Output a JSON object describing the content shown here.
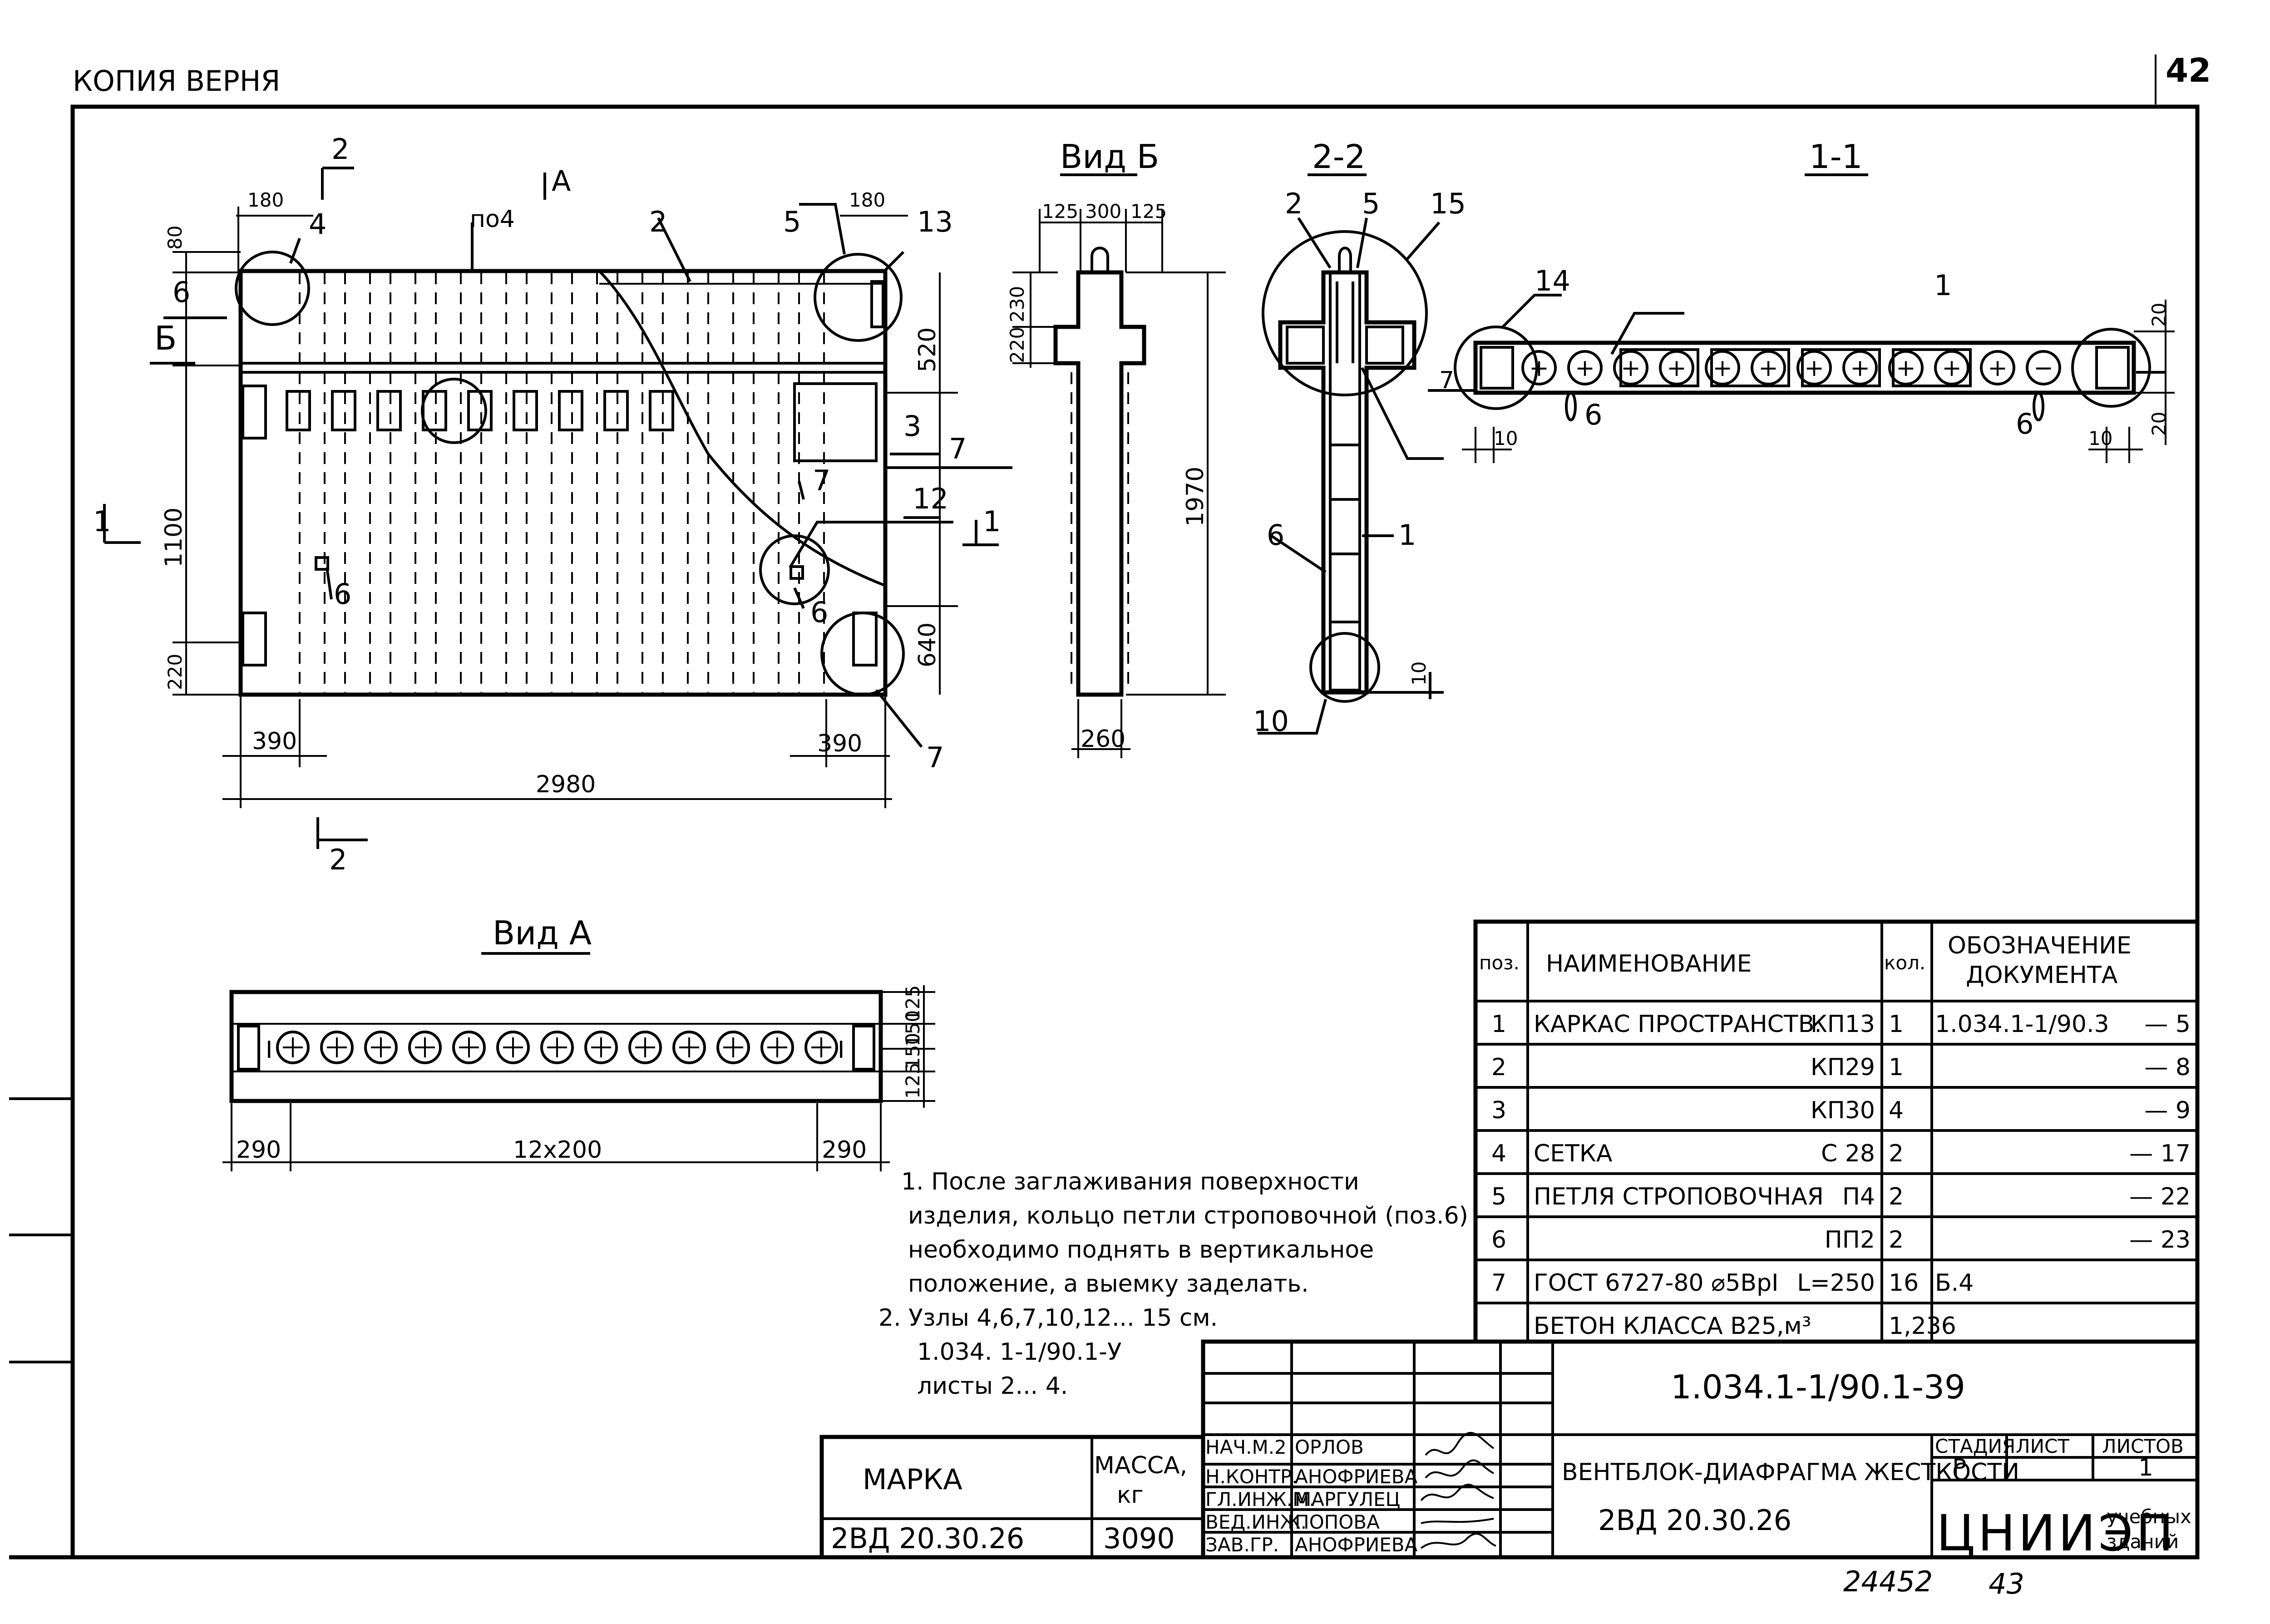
{
  "header": {
    "stamp_text": "КОПИЯ ВЕРНЯ",
    "page_number": "42"
  },
  "views": {
    "front_callouts": {
      "section2": "2",
      "viewA": "А",
      "pod4": "по4",
      "pos2": "2",
      "pos4": "4",
      "pos5": "5",
      "pos13": "13",
      "pos6a": "6",
      "pos6b": "6",
      "pos3": "3",
      "pos7a": "7",
      "pos7b": "7",
      "pos7c": "7",
      "pos12": "12",
      "arrow_b": "Б",
      "section1_left": "1",
      "section1_right": "1",
      "section2_bottom": "2"
    },
    "front_dims": {
      "d180a": "180",
      "d80": "80",
      "d1100": "1100",
      "d220": "220",
      "d390a": "390",
      "d180b": "180",
      "d520": "520",
      "d640": "640",
      "d390b": "390",
      "d2980": "2980"
    },
    "view_b": {
      "title": "Вид Б",
      "d125a": "125",
      "d300": "300",
      "d125b": "125",
      "d230": "230",
      "d220": "220",
      "d1970": "1970",
      "d260": "260"
    },
    "section_22": {
      "title": "2-2",
      "c2": "2",
      "c5": "5",
      "c15": "15",
      "c6": "6",
      "c1": "1",
      "c10": "10",
      "d10": "10"
    },
    "section_11": {
      "title": "1-1",
      "c14": "14",
      "c1": "1",
      "c7": "7",
      "c6a": "6",
      "c6b": "6",
      "d20a": "20",
      "d20b": "20",
      "d10a": "10",
      "d10b": "10",
      "loop_signs": [
        "+",
        "+",
        "+",
        "+",
        "+",
        "+",
        "+",
        "+",
        "+",
        "+",
        "+",
        "−"
      ]
    },
    "view_a": {
      "title": "Вид А",
      "d125a": "125",
      "d150a": "150",
      "d150b": "150",
      "d125b": "125",
      "d290a": "290",
      "d12x200": "12x200",
      "d290b": "290",
      "end_mark_l": "I",
      "end_mark_r": "I"
    }
  },
  "spec_table": {
    "headers": [
      "поз.",
      "НАИМЕНОВАНИЕ",
      "кол.",
      "ОБОЗНАЧЕНИЕ ДОКУМЕНТА"
    ],
    "rows": [
      {
        "pos": "1",
        "name": "КАРКАС ПРОСТРАНСТВ.",
        "mark": "КП13",
        "qty": "1",
        "doc": "1.034.1-1/90.3",
        "sheet": "— 5"
      },
      {
        "pos": "2",
        "name": "",
        "mark": "КП29",
        "qty": "1",
        "doc": "",
        "sheet": "— 8"
      },
      {
        "pos": "3",
        "name": "",
        "mark": "КП30",
        "qty": "4",
        "doc": "",
        "sheet": "— 9"
      },
      {
        "pos": "4",
        "name": "СЕТКА",
        "mark": "С 28",
        "qty": "2",
        "doc": "",
        "sheet": "— 17"
      },
      {
        "pos": "5",
        "name": "ПЕТЛЯ СТРОПОВОЧНАЯ",
        "mark": "П4",
        "qty": "2",
        "doc": "",
        "sheet": "— 22"
      },
      {
        "pos": "6",
        "name": "",
        "mark": "ПП2",
        "qty": "2",
        "doc": "",
        "sheet": "— 23"
      },
      {
        "pos": "7",
        "name": "ГОСТ 6727-80 ⌀5ВрI",
        "mark": "L=250",
        "qty": "16",
        "doc": "Б.4",
        "sheet": ""
      },
      {
        "pos": "",
        "name": "БЕТОН КЛАССА В25,м³",
        "mark": "",
        "qty": "1,236",
        "doc": "",
        "sheet": ""
      }
    ]
  },
  "notes": {
    "n1_l1": "1. После заглаживания поверхности",
    "n1_l2": "изделия, кольцо петли строповочной (поз.6)",
    "n1_l3": "необходимо поднять в вертикальное",
    "n1_l4": "положение, а выемку заделать.",
    "n2_l1": "2. Узлы 4,6,7,10,12... 15 см.",
    "n2_l2": "1.034. 1-1/90.1-У",
    "n2_l3": "листы 2... 4."
  },
  "mark_table": {
    "mark_label": "МАРКА",
    "mass_label_1": "МАССА,",
    "mass_label_2": "кг",
    "mark_value": "2ВД 20.30.26",
    "mass_value": "3090"
  },
  "title_block": {
    "doc_code": "1.034.1-1/90.1-39",
    "signatures": [
      {
        "role": "НАЧ.М.2",
        "name": "ОРЛОВ"
      },
      {
        "role": "Н.КОНТР.",
        "name": "АНОФРИЕВА"
      },
      {
        "role": "ГЛ.ИНЖ.М.",
        "name": "МАРГУЛЕЦ"
      },
      {
        "role": "ВЕД.ИНЖ.",
        "name": "ПОПОВА"
      },
      {
        "role": "ЗАВ.ГР.",
        "name": "АНОФРИЕВА"
      }
    ],
    "product_name": "ВЕНТБЛОК-ДИАФРАГМА ЖЕСТКОСТИ",
    "product_mark": "2ВД 20.30.26",
    "stage_label": "СТАДИЯ",
    "sheet_label": "ЛИСТ",
    "sheets_label": "ЛИСТОВ",
    "stage_value": "Р",
    "sheets_value": "1",
    "org_name": "ЦНИИЭП",
    "org_sub_1": "учебных",
    "org_sub_2": "зданий"
  },
  "footer": {
    "archive_number": "24452",
    "page_number": "43"
  }
}
